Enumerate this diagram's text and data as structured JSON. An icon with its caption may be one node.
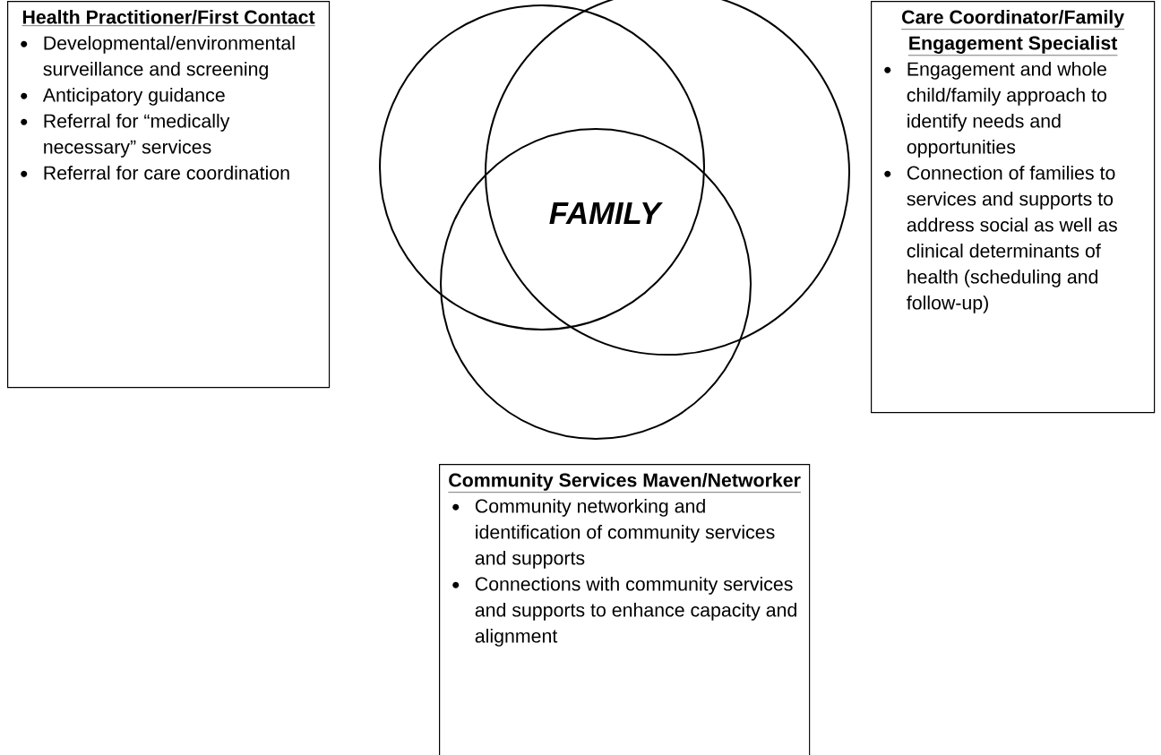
{
  "diagram": {
    "nodes": [
      {
        "text": [
          "Health Practitioner/First Contact",
          "Developmental/environmental surveillance and screening",
          "Anticipatory guidance",
          "Referral for “medically necessary” services",
          "Referral for care coordination"
        ]
      },
      {
        "text": [
          "Care Coordinator/Family Engagement Specialist",
          "Engagement and whole child/family approach to identify needs and opportunities",
          "Connection of families to services and supports to address social as well as clinical determinants of health (scheduling and follow-up)"
        ]
      },
      {
        "text": [
          "Community Services Maven/Networker",
          "Community networking and identification of community services and supports",
          "Connections with community services and supports to enhance capacity and alignment"
        ]
      }
    ],
    "labels": [
      "FAMILY"
    ]
  }
}
